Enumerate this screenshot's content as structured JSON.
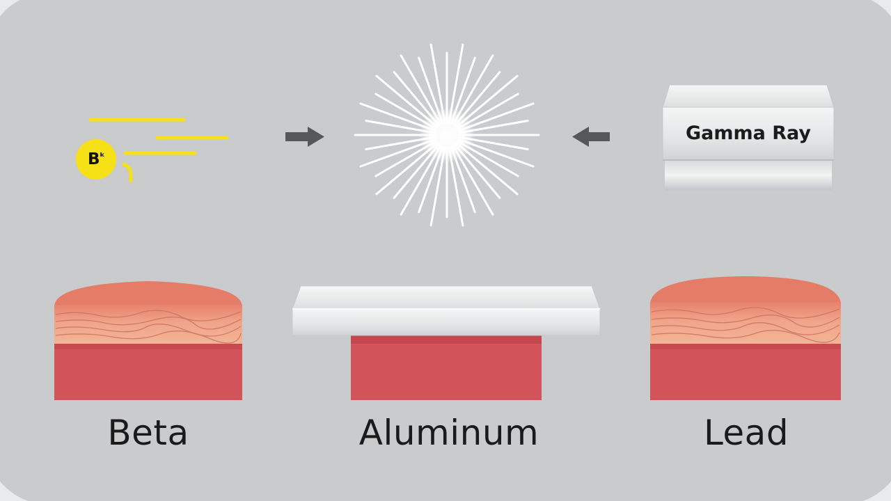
{
  "beta_particle": {
    "symbol": "B",
    "sup": "ᵏ",
    "color": "#f5e116"
  },
  "gamma_block": {
    "label": "Gamma Ray"
  },
  "labels": {
    "beta": "Beta",
    "aluminum": "Aluminum",
    "lead": "Lead"
  },
  "colors": {
    "background": "#c9cbcd",
    "skin_top": "#ec9a84",
    "tissue": "#d2535a",
    "arrow": "#555759",
    "burst": "#ffffff",
    "glass": "#e8eaeb"
  }
}
